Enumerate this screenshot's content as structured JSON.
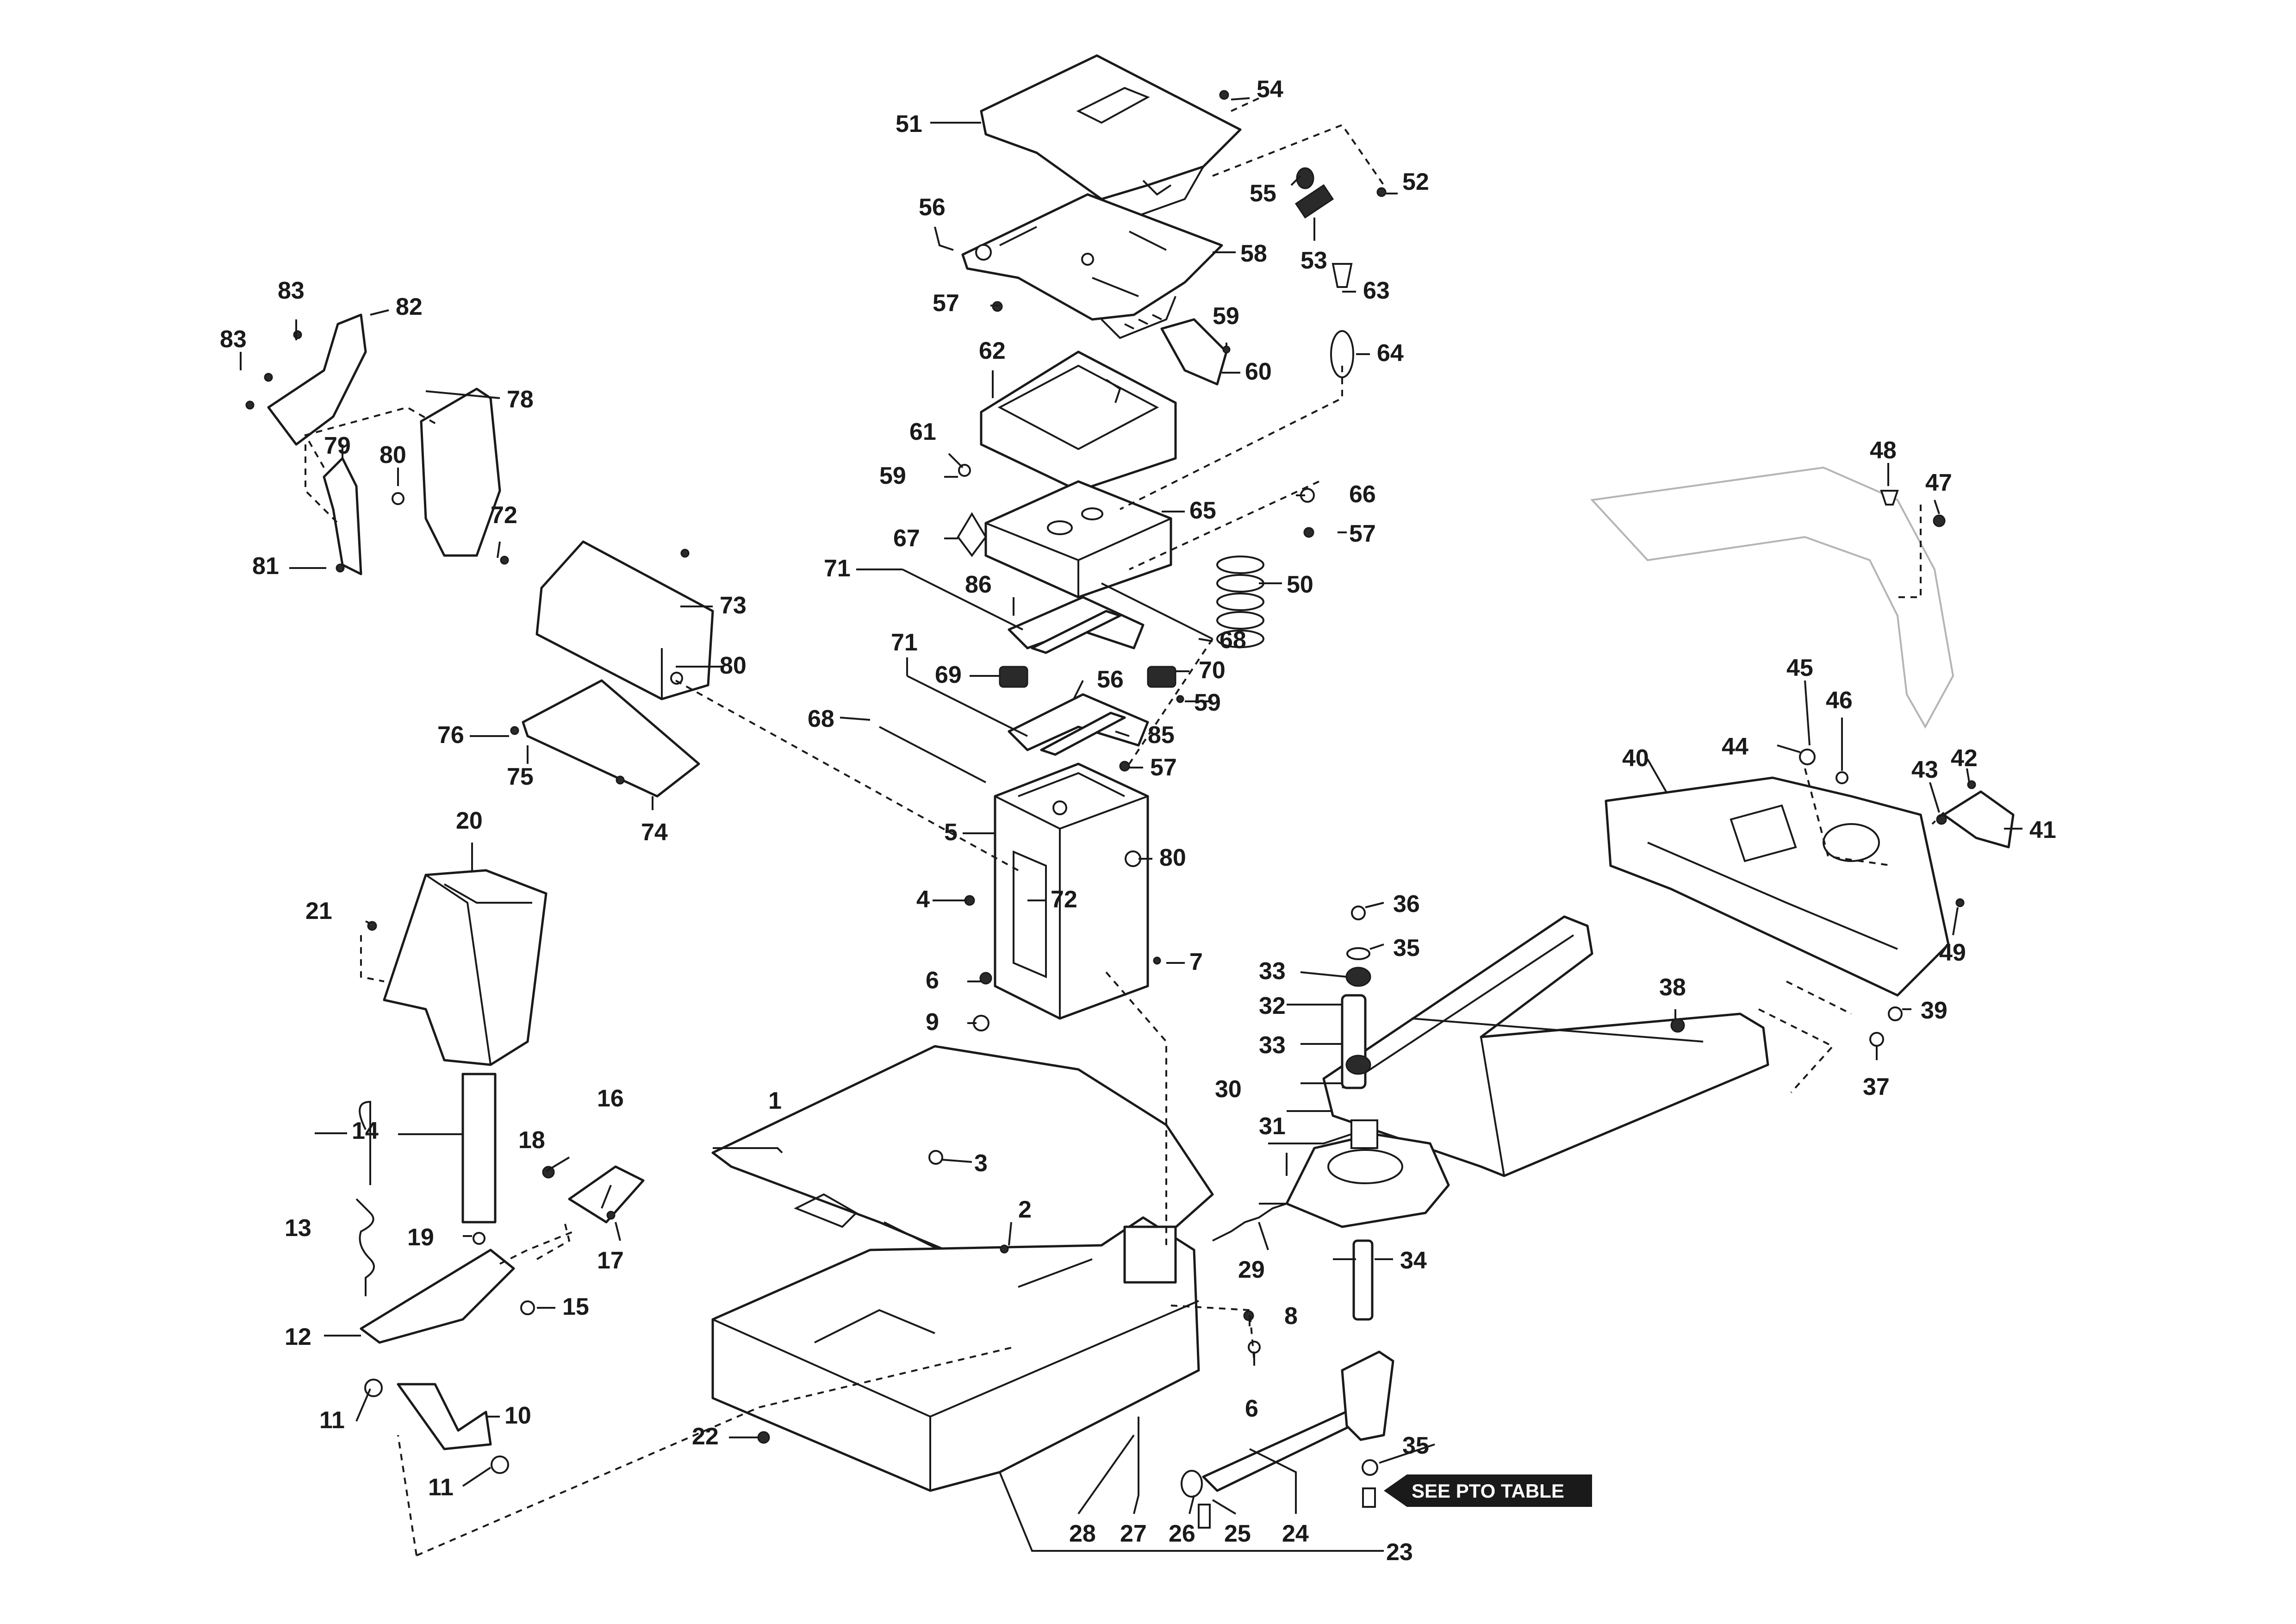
{
  "callouts": [
    "1",
    "2",
    "3",
    "4",
    "5",
    "6",
    "7",
    "8",
    "9",
    "10",
    "11",
    "12",
    "13",
    "14",
    "15",
    "16",
    "17",
    "18",
    "19",
    "20",
    "21",
    "22",
    "23",
    "24",
    "25",
    "26",
    "27",
    "28",
    "29",
    "30",
    "31",
    "32",
    "33",
    "34",
    "35",
    "36",
    "37",
    "38",
    "39",
    "40",
    "41",
    "42",
    "43",
    "44",
    "45",
    "46",
    "47",
    "48",
    "49",
    "50",
    "51",
    "52",
    "53",
    "54",
    "55",
    "56",
    "57",
    "58",
    "59",
    "60",
    "61",
    "62",
    "63",
    "64",
    "65",
    "66",
    "67",
    "68",
    "69",
    "70",
    "71",
    "72",
    "73",
    "74",
    "75",
    "76",
    "78",
    "79",
    "80",
    "81",
    "82",
    "83",
    "85",
    "86"
  ],
  "see_pto_table": "SEE PTO TABLE"
}
